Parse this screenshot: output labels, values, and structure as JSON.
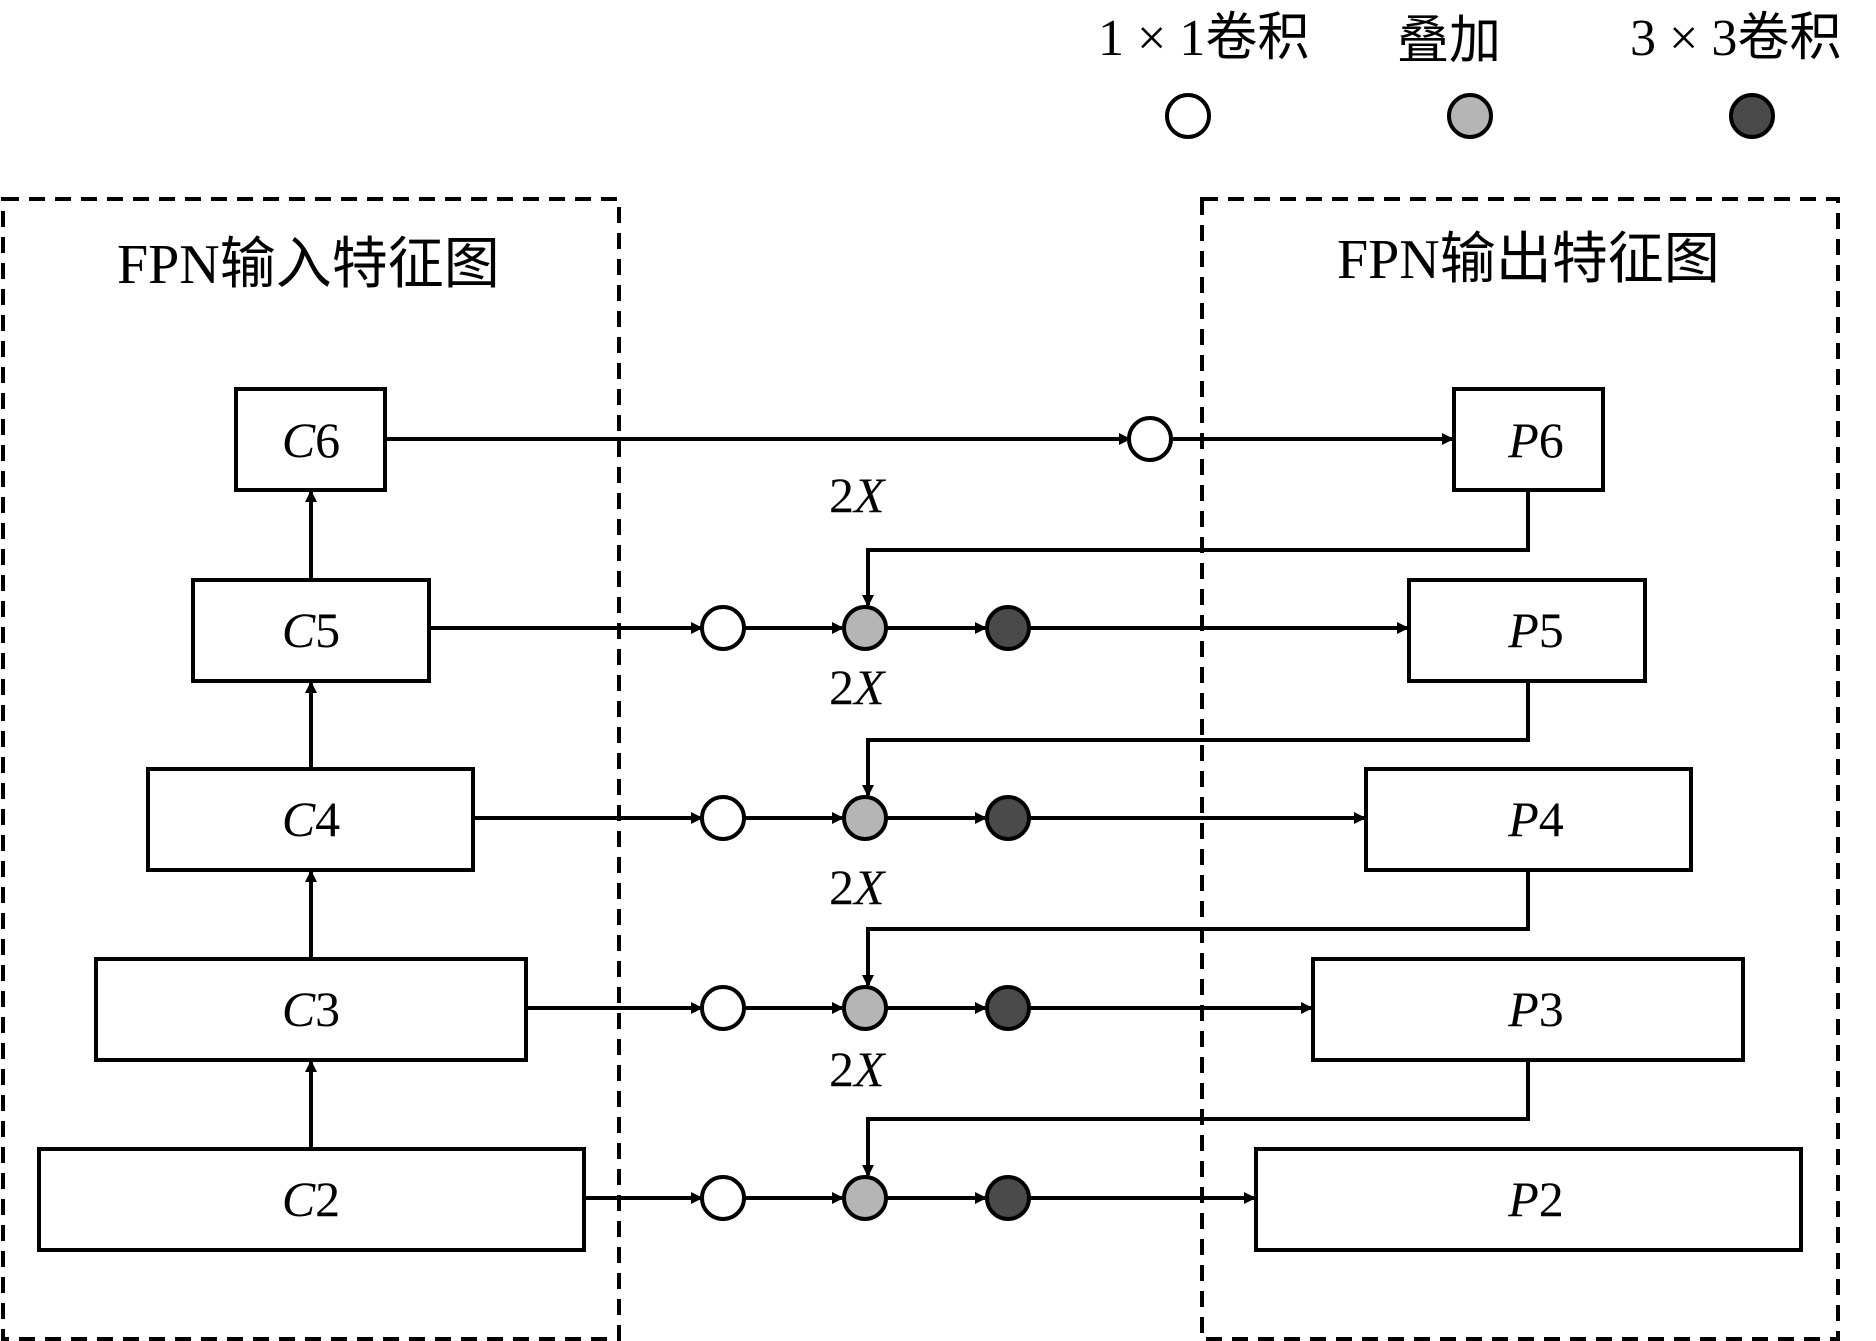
{
  "legend": {
    "conv1x1": {
      "label": "1 × 1卷积",
      "fill": "#ffffff"
    },
    "add": {
      "label": "叠加",
      "fill": "#b5b5b5"
    },
    "conv3x3": {
      "label": "3 × 3卷积",
      "fill": "#4a4a4a"
    }
  },
  "input_group": {
    "title": "FPN输入特征图"
  },
  "output_group": {
    "title": "FPN输出特征图"
  },
  "input_boxes": [
    {
      "id": "C6",
      "letter": "C",
      "number": "6"
    },
    {
      "id": "C5",
      "letter": "C",
      "number": "5"
    },
    {
      "id": "C4",
      "letter": "C",
      "number": "4"
    },
    {
      "id": "C3",
      "letter": "C",
      "number": "3"
    },
    {
      "id": "C2",
      "letter": "C",
      "number": "2"
    }
  ],
  "output_boxes": [
    {
      "id": "P6",
      "letter": "P",
      "number": "6"
    },
    {
      "id": "P5",
      "letter": "P",
      "number": "5"
    },
    {
      "id": "P4",
      "letter": "P",
      "number": "4"
    },
    {
      "id": "P3",
      "letter": "P",
      "number": "3"
    },
    {
      "id": "P2",
      "letter": "P",
      "number": "2"
    }
  ],
  "upsample_labels": [
    {
      "num": "2",
      "letter": "X"
    },
    {
      "num": "2",
      "letter": "X"
    },
    {
      "num": "2",
      "letter": "X"
    },
    {
      "num": "2",
      "letter": "X"
    }
  ]
}
